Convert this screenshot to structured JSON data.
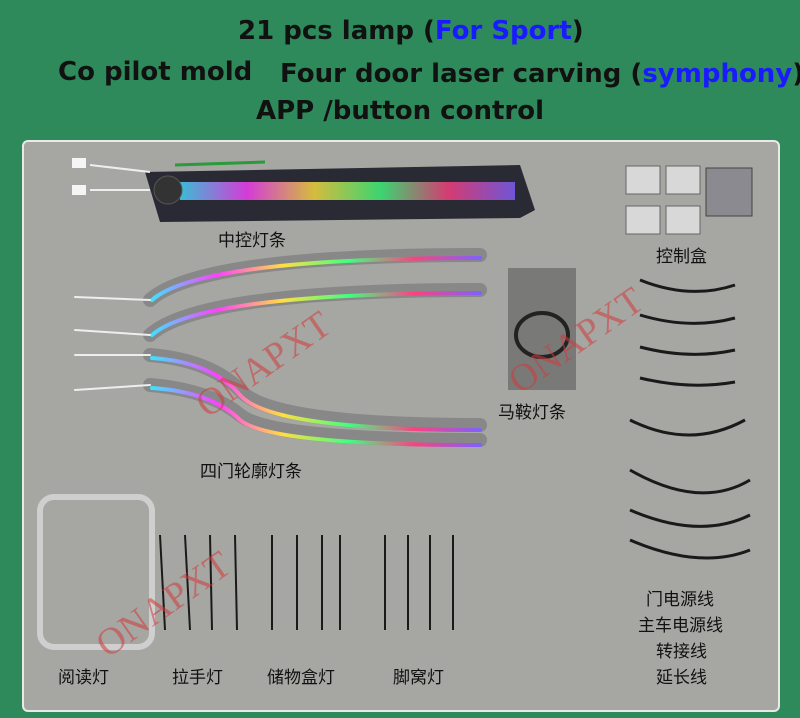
{
  "header": {
    "line1_text": "21 pcs lamp (",
    "line1_highlight": "For Sport",
    "line1_end": ")",
    "line2_part1": "Co pilot mold",
    "line2_part2": "Four door laser carving (",
    "line2_highlight": "symphony",
    "line2_end": ")",
    "line3": "APP /button control"
  },
  "watermark": "ONAPXT",
  "labels": {
    "dashboard_strip": "中控灯条",
    "control_box": "控制盒",
    "saddle_strip": "马鞍灯条",
    "door_outline": "四门轮廓灯条",
    "reading_light": "阅读灯",
    "handle_light": "拉手灯",
    "storage_light": "储物盒灯",
    "footwell_light": "脚窝灯",
    "door_power": "门电源线",
    "main_power": "主车电源线",
    "adapter": "转接线",
    "extension": "延长线"
  },
  "colors": {
    "background": "#2e8a5a",
    "panel": "#a6a6a3",
    "highlight": "#1a1aff",
    "watermark": "#d23a3a"
  }
}
